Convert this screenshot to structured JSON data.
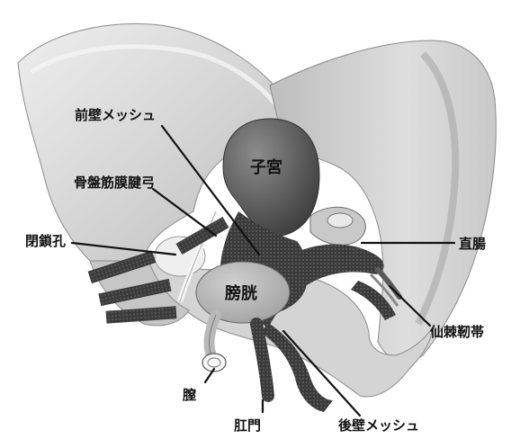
{
  "labels": {
    "anterior_mesh": "前壁メッシュ",
    "uterus": "子宮",
    "arcus_tendineus": "骨盤筋膜腱弓",
    "obturator_foramen": "閉鎖孔",
    "rectum": "直腸",
    "bladder": "膀胱",
    "sacrospinous_ligament": "仙棘靭帯",
    "vagina": "膣",
    "anus": "肛門",
    "posterior_mesh": "後壁メッシュ"
  },
  "colors": {
    "bone_light": "#e2e2e2",
    "bone_mid": "#cfcfcf",
    "bone_dark": "#9a9a9a",
    "organ_dark": "#555555",
    "mesh": "#3f3f3f",
    "text": "#111111"
  }
}
